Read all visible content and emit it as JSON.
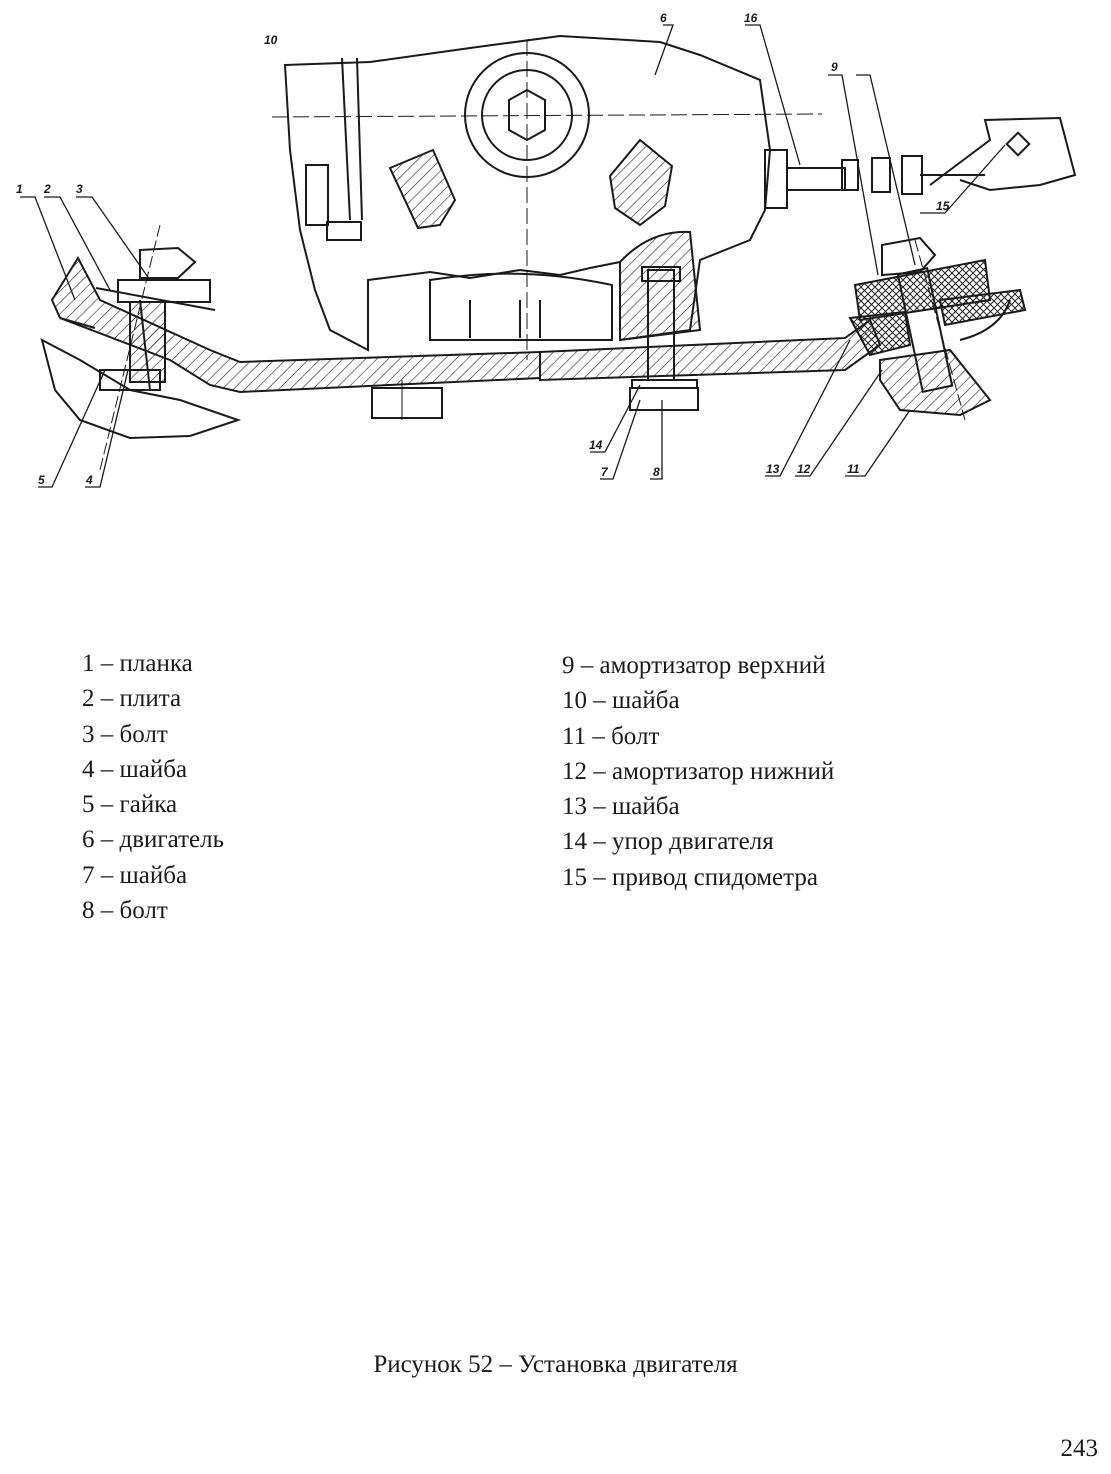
{
  "figure": {
    "callouts": [
      "1",
      "2",
      "3",
      "4",
      "5",
      "6",
      "7",
      "8",
      "9",
      "10",
      "11",
      "12",
      "13",
      "14",
      "15",
      "16"
    ]
  },
  "legend": {
    "left": [
      "1 – планка",
      "2 – плита",
      "3 – болт",
      "4 – шайба",
      "5 – гайка",
      "6 – двигатель",
      "7 – шайба",
      "8 – болт"
    ],
    "right": [
      "9 – амортизатор верхний",
      "10 – шайба",
      "11 – болт",
      "12 – амортизатор нижний",
      "13 – шайба",
      "14 – упор двигателя",
      "15 – привод спидометра"
    ]
  },
  "caption": "Рисунок 52 – Установка двигателя",
  "page_number": "243"
}
